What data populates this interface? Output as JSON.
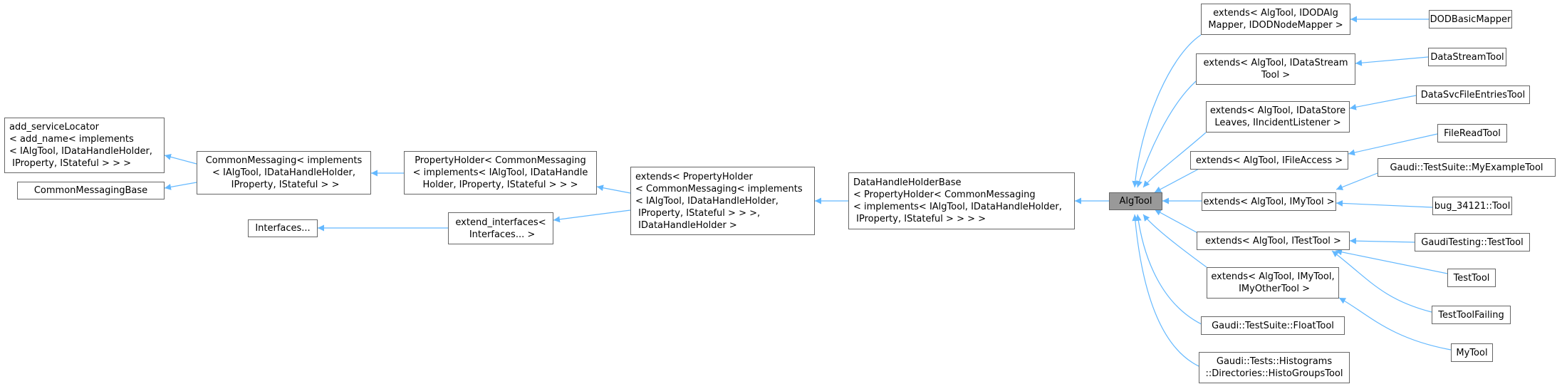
{
  "diagram": {
    "nodes": {
      "add_service_locator": "add_serviceLocator\n< add_name< implements\n< IAlgTool, IDataHandleHolder,\n IProperty, IStateful > > >",
      "common_messaging_base": "CommonMessagingBase",
      "common_messaging": "CommonMessaging< implements\n< IAlgTool, IDataHandleHolder,\n IProperty, IStateful > >",
      "interfaces": "Interfaces...",
      "property_holder": "PropertyHolder< CommonMessaging\n< implements< IAlgTool, IDataHandle\nHolder, IProperty, IStateful > > >",
      "extend_interfaces": "extend_interfaces<\n Interfaces... >",
      "extends_property_holder": "extends< PropertyHolder\n< CommonMessaging< implements\n< IAlgTool, IDataHandleHolder,\n IProperty, IStateful > > >,\n IDataHandleHolder >",
      "data_handle_holder_base": "DataHandleHolderBase\n< PropertyHolder< CommonMessaging\n< implements< IAlgTool, IDataHandleHolder,\n IProperty, IStateful > > > >",
      "alg_tool": "AlgTool",
      "ext_idod": "extends< AlgTool, IDODAlg\nMapper, IDODNodeMapper >",
      "ext_idatastream": "extends< AlgTool, IDataStream\nTool >",
      "ext_idatastore": "extends< AlgTool, IDataStore\nLeaves, IIncidentListener >",
      "ext_ifileaccess": "extends< AlgTool, IFileAccess >",
      "ext_imytool": "extends< AlgTool, IMyTool >",
      "ext_itesttool": "extends< AlgTool, ITestTool >",
      "ext_imyother": "extends< AlgTool, IMyTool,\n IMyOtherTool >",
      "float_tool": "Gaudi::TestSuite::FloatTool",
      "histo_groups_tool": "Gaudi::Tests::Histograms\n::Directories::HistoGroupsTool",
      "dod_basic_mapper": "DODBasicMapper",
      "data_stream_tool": "DataStreamTool",
      "data_svc_file_entries_tool": "DataSvcFileEntriesTool",
      "file_read_tool": "FileReadTool",
      "my_example_tool": "Gaudi::TestSuite::MyExampleTool",
      "bug_tool": "bug_34121::Tool",
      "gaudi_testing_test_tool": "GaudiTesting::TestTool",
      "test_tool": "TestTool",
      "test_tool_failing": "TestToolFailing",
      "my_tool": "MyTool"
    },
    "colors": {
      "edge": "#63b8ff",
      "border": "#666666",
      "focus_fill": "#999999"
    }
  }
}
